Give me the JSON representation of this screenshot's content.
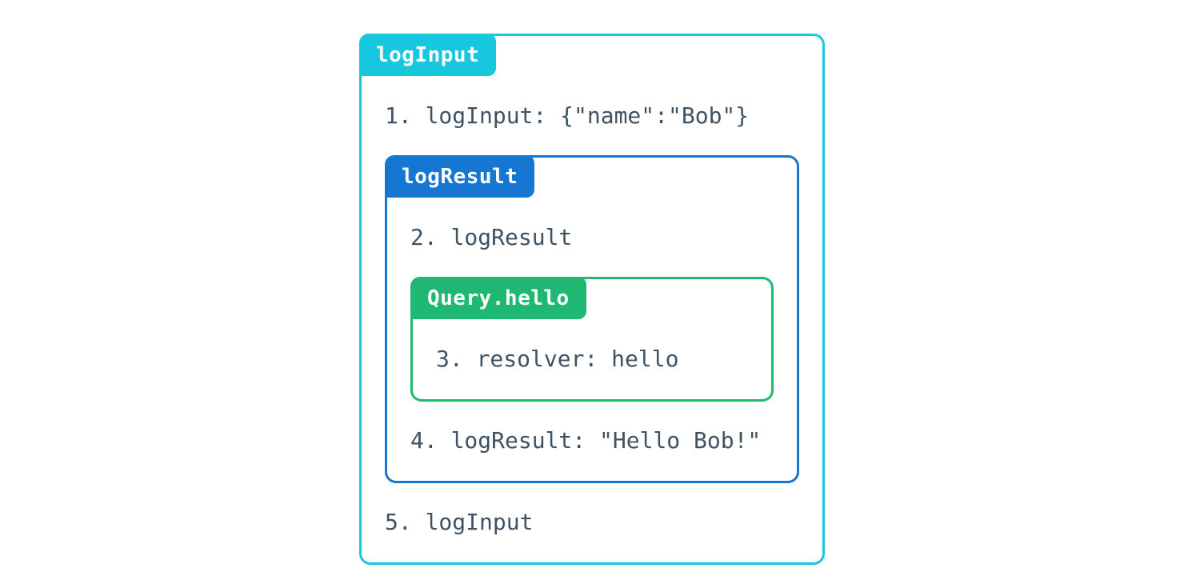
{
  "colors": {
    "cyan": "#17C7DE",
    "blue": "#1677D2",
    "green": "#1FB873",
    "text": "#3F5264",
    "background": "#FFFFFF"
  },
  "diagram": {
    "plugin_loginput": {
      "label": "logInput",
      "color": "#17C7DE",
      "step_before": "1. logInput: {\"name\":\"Bob\"}",
      "step_after": "5. logInput"
    },
    "plugin_logresult": {
      "label": "logResult",
      "color": "#1677D2",
      "step_before": "2. logResult",
      "step_after": "4. logResult: \"Hello Bob!\""
    },
    "resolver_query_hello": {
      "label": "Query.hello",
      "color": "#1FB873",
      "step": "3. resolver: hello"
    }
  }
}
